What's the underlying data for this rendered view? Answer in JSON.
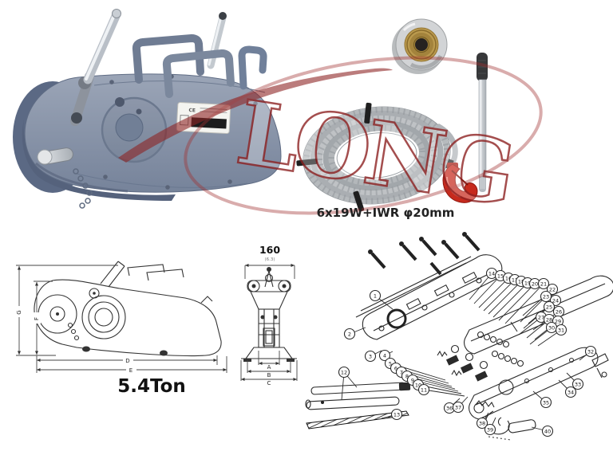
{
  "watermark": {
    "text": "LONG",
    "color": "#8e2222"
  },
  "rope": {
    "label": "6x19W+IWR φ20mm"
  },
  "capacity": {
    "label": "5.4Ton"
  },
  "name_plate": {
    "ce_mark": "CE"
  },
  "front_view": {
    "top_dim": "160",
    "top_dim_alt": "(6.3)",
    "dim_a": "A",
    "dim_b": "B",
    "dim_c": "C"
  },
  "side_view": {
    "dim_d": "D",
    "dim_e": "E",
    "dim_f": "F",
    "dim_g": "G"
  },
  "colors": {
    "body": "#8f99ab",
    "body_dark": "#5b6984",
    "hook_red": "#c62a1d",
    "rope_gray": "#b4b8bc"
  },
  "exploded": {
    "callouts": [
      [
        1,
        470,
        371,
        492,
        388
      ],
      [
        2,
        438,
        419,
        458,
        411
      ],
      [
        3,
        464,
        447,
        478,
        440
      ],
      [
        4,
        482,
        446,
        492,
        441
      ],
      [
        5,
        489,
        456,
        558,
        477
      ],
      [
        6,
        496,
        462,
        562,
        481
      ],
      [
        7,
        503,
        467,
        566,
        485
      ],
      [
        8,
        510,
        472,
        570,
        488
      ],
      [
        9,
        517,
        477,
        574,
        491
      ],
      [
        10,
        524,
        483,
        578,
        494
      ],
      [
        11,
        531,
        489,
        582,
        497
      ],
      [
        12,
        431,
        467,
        447,
        486
      ],
      [
        13,
        497,
        520,
        478,
        525
      ],
      [
        14,
        616,
        343,
        588,
        376
      ],
      [
        15,
        627,
        346,
        594,
        381
      ],
      [
        16,
        637,
        349,
        600,
        386
      ],
      [
        17,
        645,
        351,
        606,
        390
      ],
      [
        18,
        653,
        353,
        612,
        394
      ],
      [
        19,
        661,
        355,
        618,
        398
      ],
      [
        20,
        670,
        356,
        625,
        402
      ],
      [
        21,
        681,
        356,
        633,
        406
      ],
      [
        22,
        692,
        363,
        655,
        396
      ],
      [
        23,
        684,
        372,
        652,
        404
      ],
      [
        24,
        696,
        377,
        662,
        406
      ],
      [
        25,
        688,
        385,
        656,
        412
      ],
      [
        26,
        700,
        391,
        668,
        414
      ],
      [
        27,
        678,
        398,
        650,
        420
      ],
      [
        28,
        688,
        401,
        660,
        424
      ],
      [
        29,
        699,
        403,
        670,
        426
      ],
      [
        30,
        691,
        411,
        664,
        432
      ],
      [
        31,
        703,
        414,
        674,
        434
      ],
      [
        32,
        740,
        441,
        726,
        452
      ],
      [
        33,
        724,
        482,
        710,
        468
      ],
      [
        34,
        715,
        492,
        700,
        477
      ],
      [
        35,
        684,
        505,
        668,
        491
      ],
      [
        36,
        563,
        512,
        576,
        500
      ],
      [
        37,
        574,
        511,
        586,
        498
      ],
      [
        38,
        604,
        531,
        612,
        518
      ],
      [
        39,
        614,
        539,
        621,
        524
      ],
      [
        40,
        686,
        541,
        666,
        536
      ]
    ]
  }
}
